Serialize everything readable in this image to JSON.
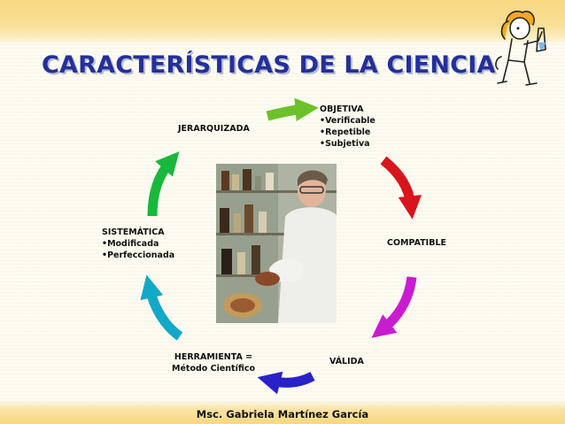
{
  "title": "CARACTERÍSTICAS DE LA CIENCIA",
  "nodes": {
    "objetiva": {
      "label": "OBJETIVA",
      "bullets": [
        "Verificable",
        "Repetible",
        "Subjetiva"
      ]
    },
    "compatible": {
      "label": "COMPATIBLE"
    },
    "valida": {
      "label": "VÁLIDA"
    },
    "herramienta": {
      "label_line1": "HERRAMIENTA =",
      "label_line2": "Método Científico"
    },
    "sistematica": {
      "label": "SISTEMÁTICA",
      "bullets": [
        "Modificada",
        "Perfeccionada"
      ]
    },
    "jerarquizada": {
      "label": "JERARQUIZADA"
    }
  },
  "arrow_colors": {
    "green_top": "#6cc22a",
    "red": "#d8141c",
    "magenta": "#c81cd0",
    "blue": "#2a22c8",
    "cyan": "#14a8c8",
    "green_left": "#18b83c"
  },
  "title_color": "#23309b",
  "footer": "Msc. Gabriela Martínez García"
}
